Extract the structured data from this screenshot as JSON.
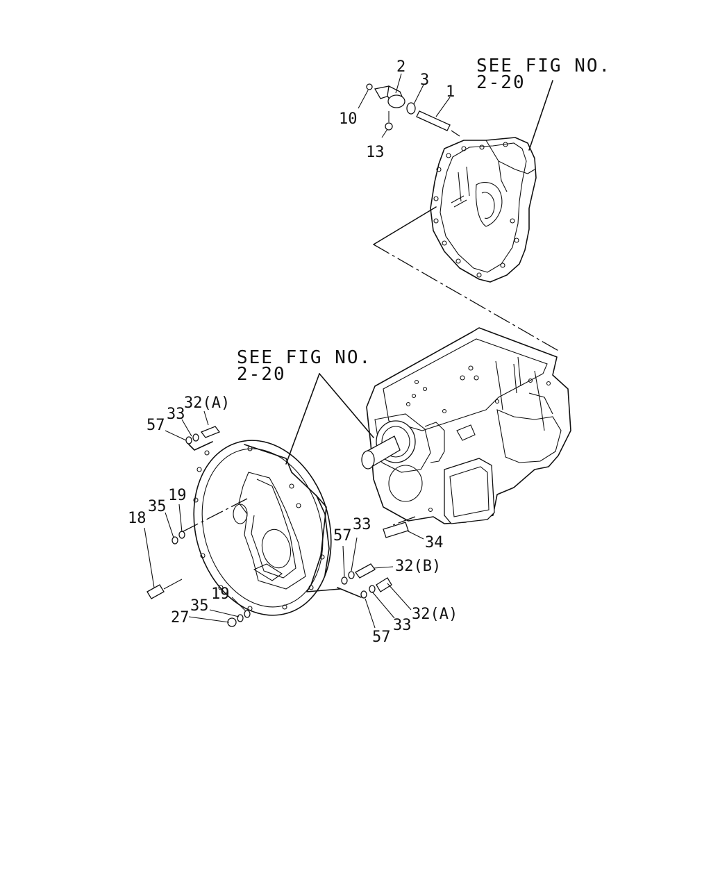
{
  "diagram": {
    "references": [
      {
        "line1": "SEE FIG NO.",
        "line2": "2-20"
      },
      {
        "line1": "SEE FIG NO.",
        "line2": "2-20"
      }
    ],
    "callouts": {
      "c2": "2",
      "c3": "3",
      "c1": "1",
      "c10": "10",
      "c13": "13",
      "c32a_top": "32(A)",
      "c33_top": "33",
      "c57_top": "57",
      "c19_left": "19",
      "c35_left": "35",
      "c18": "18",
      "c33_mid": "33",
      "c57_mid": "57",
      "c34": "34",
      "c32b": "32(B)",
      "c32a_low": "32(A)",
      "c33_low": "33",
      "c57_low": "57",
      "c19_low": "19",
      "c35_low": "35",
      "c27": "27"
    }
  }
}
